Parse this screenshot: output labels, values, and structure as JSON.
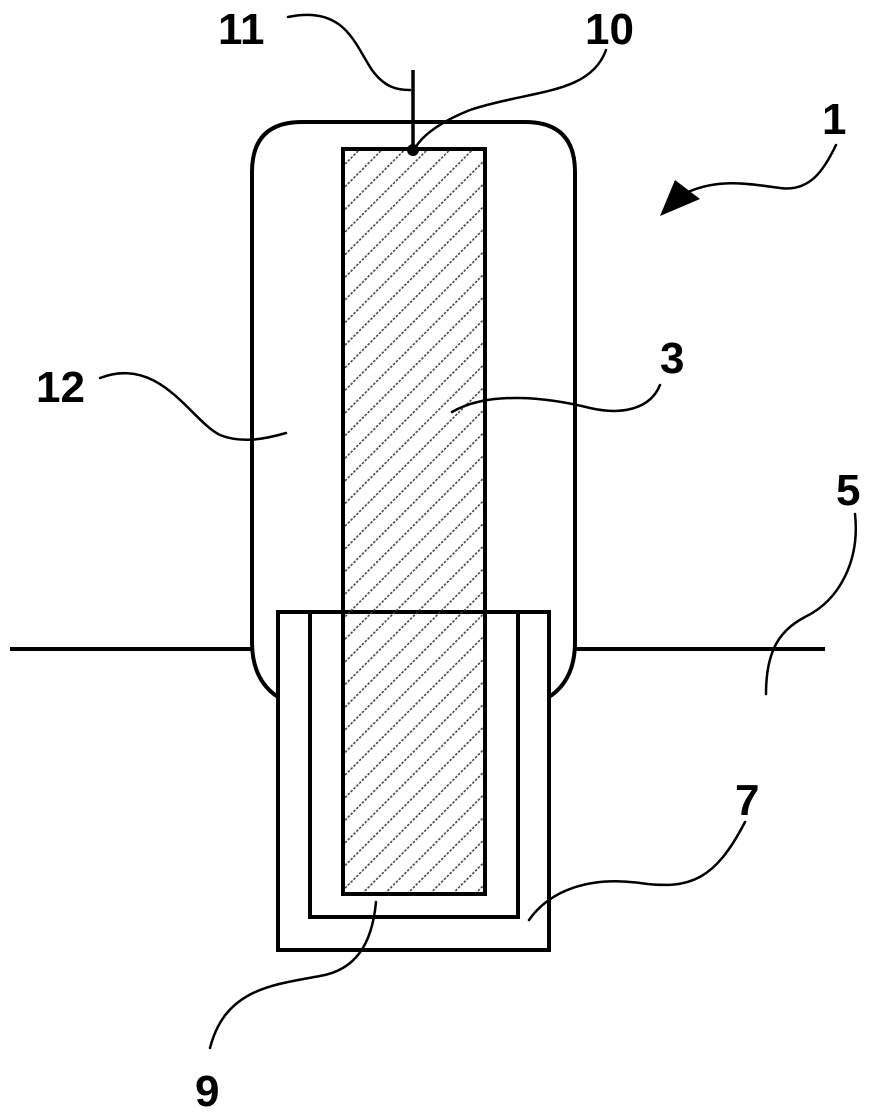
{
  "figure": {
    "reference_numerals": {
      "assembly": "1",
      "core": "3",
      "surface": "5",
      "holder": "7",
      "core_bottom": "9",
      "connection_point": "10",
      "wire": "11",
      "housing": "12"
    }
  },
  "colors": {
    "line": "#000000",
    "background": "#ffffff",
    "hatch": "#3a3a3a"
  }
}
